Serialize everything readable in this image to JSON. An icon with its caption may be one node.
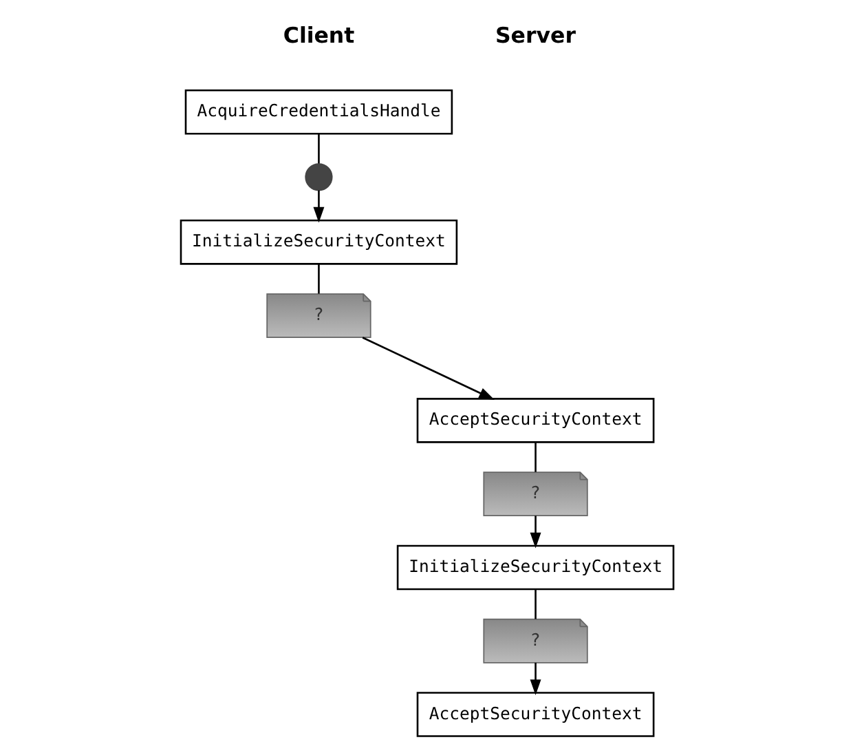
{
  "diagram": {
    "nodes": [
      {
        "text": [
          "AcquireCredentialsHandle"
        ]
      },
      {
        "text": [],
        "shape": "circle"
      },
      {
        "text": [
          "InitializeSecurityContext"
        ]
      },
      {
        "text": [
          "?"
        ]
      },
      {
        "text": [
          "AcceptSecurityContext"
        ]
      },
      {
        "text": [
          "?"
        ]
      },
      {
        "text": [
          "InitializeSecurityContext"
        ]
      },
      {
        "text": [
          "?"
        ]
      },
      {
        "text": [
          "AcceptSecurityContext"
        ]
      }
    ],
    "edges": [
      {
        "from": 0,
        "to": 1,
        "arrow": "none"
      },
      {
        "from": 1,
        "to": 2,
        "arrow": "to"
      },
      {
        "from": 2,
        "to": 3,
        "arrow": "none"
      },
      {
        "from": 3,
        "to": 4,
        "arrow": "to"
      },
      {
        "from": 4,
        "to": 5,
        "arrow": "none"
      },
      {
        "from": 5,
        "to": 6,
        "arrow": "to"
      },
      {
        "from": 6,
        "to": 7,
        "arrow": "none"
      },
      {
        "from": 7,
        "to": 8,
        "arrow": "to"
      }
    ],
    "labels": [
      "Client",
      "Server"
    ]
  }
}
